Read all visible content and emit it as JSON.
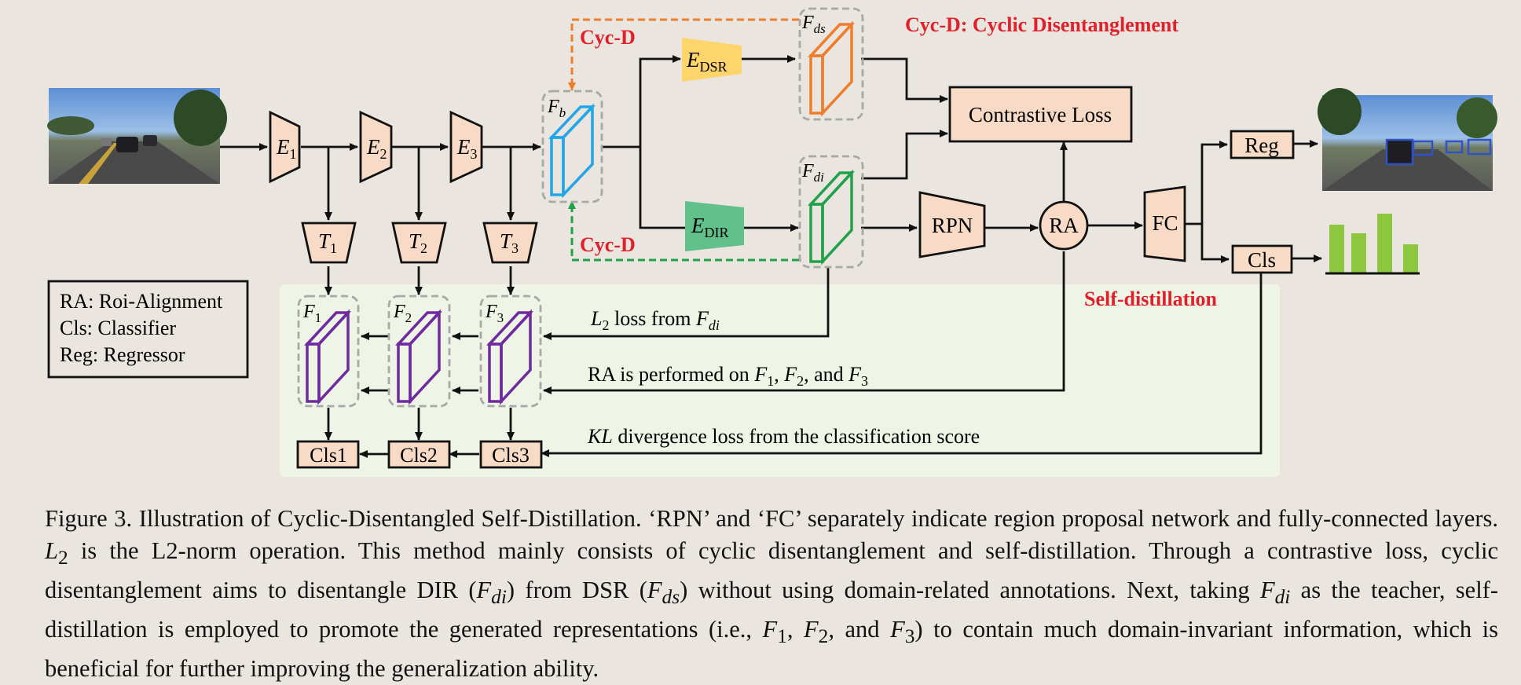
{
  "legend": {
    "ra": "RA: Roi-Alignment",
    "cls": "Cls: Classifier",
    "reg": "Reg: Regressor"
  },
  "titles": {
    "cyc_title": "Cyc-D: Cyclic Disentanglement",
    "self_distillation": "Self-distillation",
    "cyc_d_top": "Cyc-D",
    "cyc_d_bottom": "Cyc-D"
  },
  "encoders": {
    "e1": "E",
    "e2": "E",
    "e3": "E",
    "sub1": "1",
    "sub2": "2",
    "sub3": "3"
  },
  "transforms": {
    "t": "T",
    "sub1": "1",
    "sub2": "2",
    "sub3": "3"
  },
  "modules": {
    "edsr": "E",
    "edsr_sub": "DSR",
    "edir": "E",
    "edir_sub": "DIR",
    "contrastive": "Contrastive Loss",
    "rpn": "RPN",
    "ra": "RA",
    "fc": "FC",
    "reg": "Reg",
    "cls": "Cls"
  },
  "features": {
    "fb": "F",
    "fb_sub": "b",
    "fds": "F",
    "fds_sub": "ds",
    "fdi": "F",
    "fdi_sub": "di",
    "f1": "F",
    "f1_sub": "1",
    "f2": "F",
    "f2_sub": "2",
    "f3": "F",
    "f3_sub": "3"
  },
  "classifiers": {
    "cls1": "Cls1",
    "cls2": "Cls2",
    "cls3": "Cls3"
  },
  "arrow_labels": {
    "l2_loss": "L",
    "l2_loss_sub": "2",
    "l2_loss_mid": " loss from ",
    "l2_loss_f": "F",
    "l2_loss_fsub": "di",
    "ra_perf": "RA is performed on ",
    "ra_f": "F",
    "ra_s1": "1",
    "ra_s2": "2",
    "ra_s3": "3",
    "ra_and": ", and ",
    "ra_comma": ", ",
    "kl_italic": "KL",
    "kl_rest": " divergence loss from the classification score"
  },
  "colors": {
    "peach": "#f8dbc6",
    "yellow": "#fdd56a",
    "green_module": "#62c08b",
    "orange": "#ee7d2c",
    "green_dash": "#21a24a",
    "blue": "#23a6e8",
    "purple": "#6f2aa0",
    "red": "#e0202a",
    "panel_green": "#eef5e6",
    "bar_green": "#8dc63f"
  },
  "caption": {
    "p1": "Figure 3.  Illustration of Cyclic-Disentangled Self-Distillation.  ‘RPN’ and ‘FC’ separately indicate region proposal network and fully-connected layers.  ",
    "l2_symbol": "L",
    "l2_sub": "2",
    "p2": " is the L2-norm operation.  This method mainly consists of cyclic disentanglement and self-distillation.  Through a contrastive loss, cyclic disentanglement aims to disentangle DIR (",
    "fdi": "F",
    "fdi_sub": "di",
    "p3": ") from DSR (",
    "fds": "F",
    "fds_sub": "ds",
    "p4": ") without using domain-related annotations. Next, taking ",
    "p5": " as the teacher, self-distillation is employed to promote the generated representations (i.e., ",
    "f1": "F",
    "f1_sub": "1",
    "comma": ", ",
    "f2": "F",
    "f2_sub": "2",
    "and": ", and ",
    "f3": "F",
    "f3_sub": "3",
    "p6": ") to contain much domain-invariant information, which is beneficial for further improving the generalization ability."
  }
}
